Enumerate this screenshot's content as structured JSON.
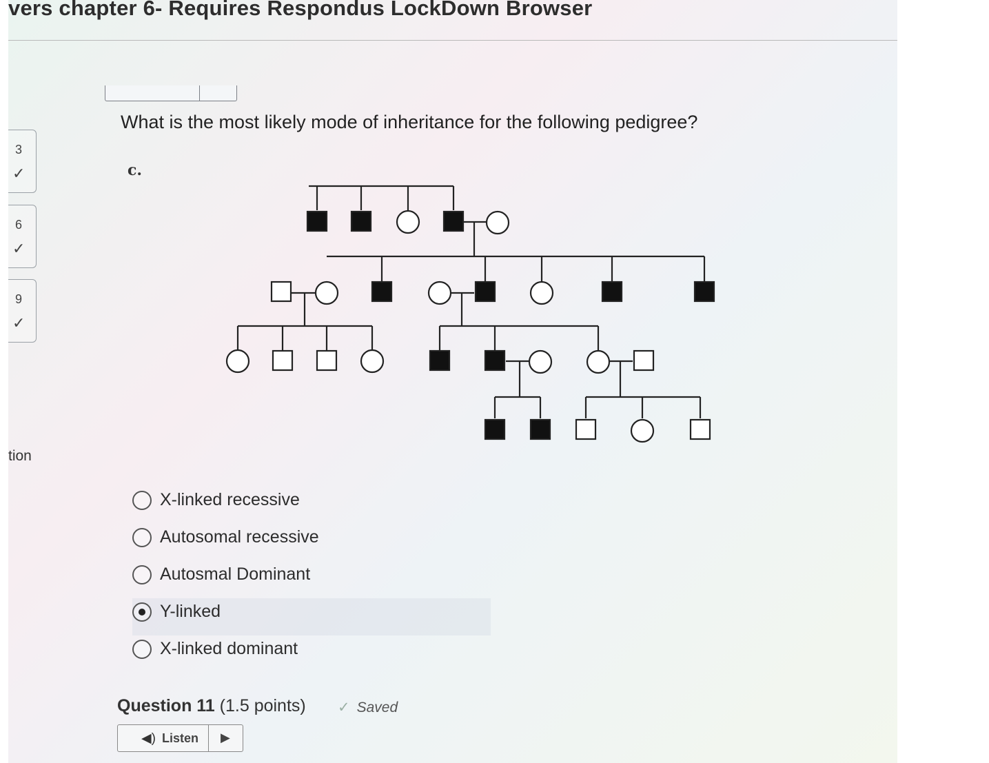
{
  "window": {
    "title": "vers chapter 6- Requires Respondus LockDown Browser"
  },
  "nav": {
    "items": [
      {
        "number": "3",
        "status": "✓"
      },
      {
        "number": "6",
        "status": "✓"
      },
      {
        "number": "9",
        "status": "✓"
      }
    ],
    "side_label": "tion"
  },
  "question": {
    "text": "What is the most likely mode of inheritance for the following pedigree?",
    "figure_label": "c.",
    "options": [
      {
        "label": "X-linked recessive",
        "selected": false
      },
      {
        "label": "Autosomal recessive",
        "selected": false
      },
      {
        "label": "Autosmal Dominant",
        "selected": false
      },
      {
        "label": "Y-linked",
        "selected": true
      },
      {
        "label": "X-linked dominant",
        "selected": false
      }
    ]
  },
  "next_question": {
    "title": "Question 11",
    "points": "(1.5 points)",
    "status": "Saved"
  },
  "listen": {
    "label": "Listen"
  },
  "colors": {
    "affected": "#111111",
    "unaffected_fill": "#ffffff",
    "line": "#222222"
  },
  "icons": {
    "speaker": "speaker-icon",
    "play": "play-icon",
    "check": "check-icon"
  }
}
